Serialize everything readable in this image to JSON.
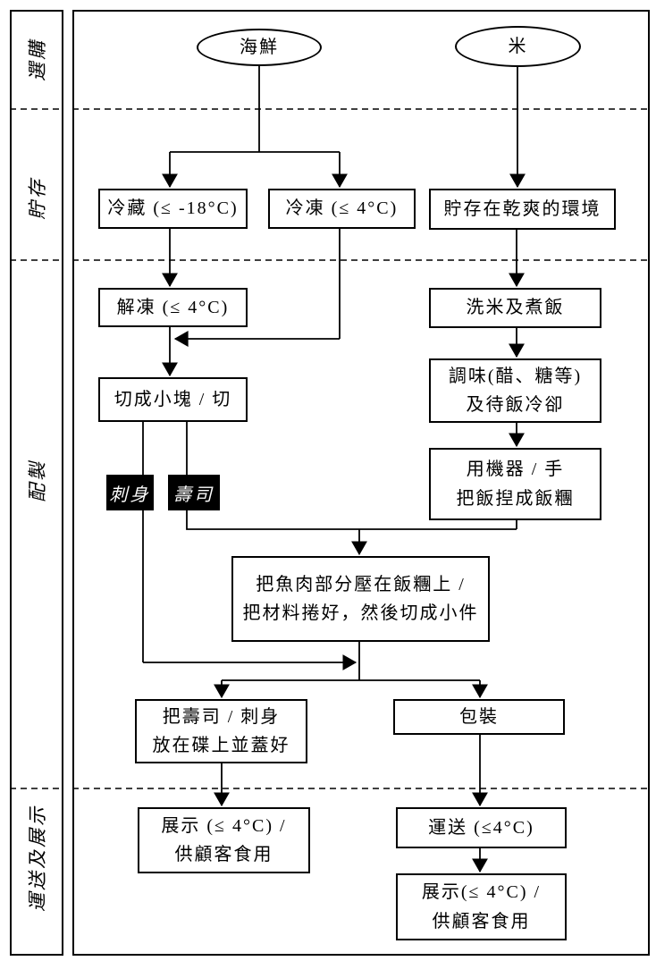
{
  "diagram": {
    "stages": [
      {
        "label": "選購"
      },
      {
        "label": "貯存"
      },
      {
        "label": "配製"
      },
      {
        "label": "運送及展示"
      }
    ],
    "nodes": {
      "seafood": {
        "label": "海鮮"
      },
      "rice": {
        "label": "米"
      },
      "chill": {
        "label": "冷藏 (≤ -18°C)"
      },
      "freeze": {
        "label": "冷凍 (≤ 4°C)"
      },
      "dry_store": {
        "label": "貯存在乾爽的環境"
      },
      "thaw": {
        "label": "解凍 (≤ 4°C)"
      },
      "cut": {
        "label": "切成小塊 / 切"
      },
      "sashimi": {
        "label": "刺身"
      },
      "sushi": {
        "label": "壽司"
      },
      "wash_cook": {
        "label": "洗米及煮飯"
      },
      "season": {
        "line1": "調味(醋、糖等)",
        "line2": "及待飯冷卻"
      },
      "mould": {
        "line1": "用機器 / 手",
        "line2": "把飯揑成飯糰"
      },
      "assemble": {
        "line1": "把魚肉部分壓在飯糰上 /",
        "line2": "把材料捲好，然後切成小件"
      },
      "plate": {
        "line1": "把壽司 / 刺身",
        "line2": "放在碟上並蓋好"
      },
      "display_left": {
        "line1": "展示 (≤ 4°C) /",
        "line2": "供顧客食用"
      },
      "pack": {
        "label": "包裝"
      },
      "transport": {
        "label": "運送 (≤4°C)"
      },
      "display_right": {
        "line1": "展示(≤ 4°C) /",
        "line2": "供顧客食用"
      }
    },
    "colors": {
      "ink": "#000000",
      "background": "#ffffff",
      "tag_bg": "#000000",
      "tag_fg": "#ffffff"
    }
  }
}
